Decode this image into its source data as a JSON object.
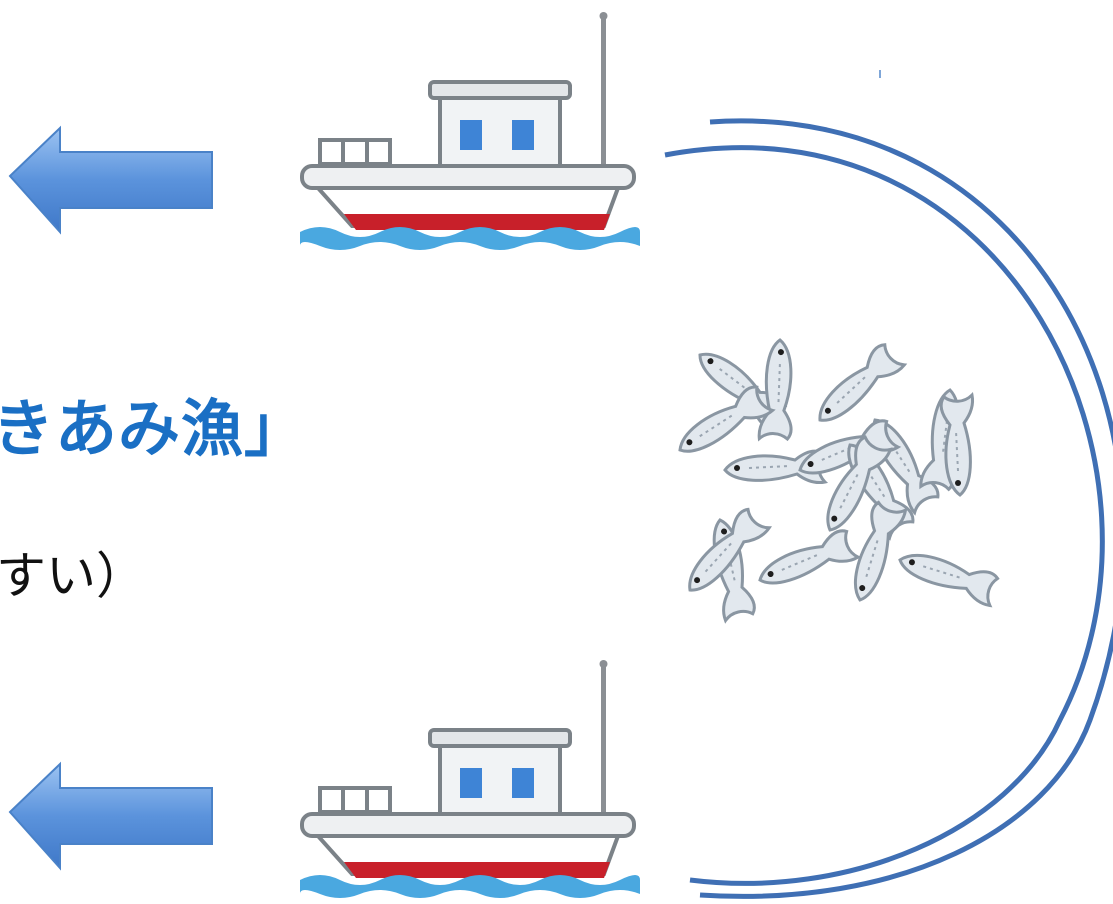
{
  "text": {
    "title": "きあみ漁」",
    "subtitle": "すい）"
  },
  "colors": {
    "title": "#1a6fc4",
    "arrow_fill": "#5b93dc",
    "net_line": "#3f6fb4",
    "boat_hull_red": "#c8202a",
    "water": "#4aa8e0",
    "fish_fill": "#e2e8ee",
    "fish_stroke": "#8a96a2"
  },
  "icons": {
    "arrows": [
      "left-arrow-icon",
      "left-arrow-icon"
    ],
    "boats": [
      "fishing-boat-icon",
      "fishing-boat-icon"
    ],
    "fish": "fish-school-icon",
    "net": "purse-seine-net"
  }
}
